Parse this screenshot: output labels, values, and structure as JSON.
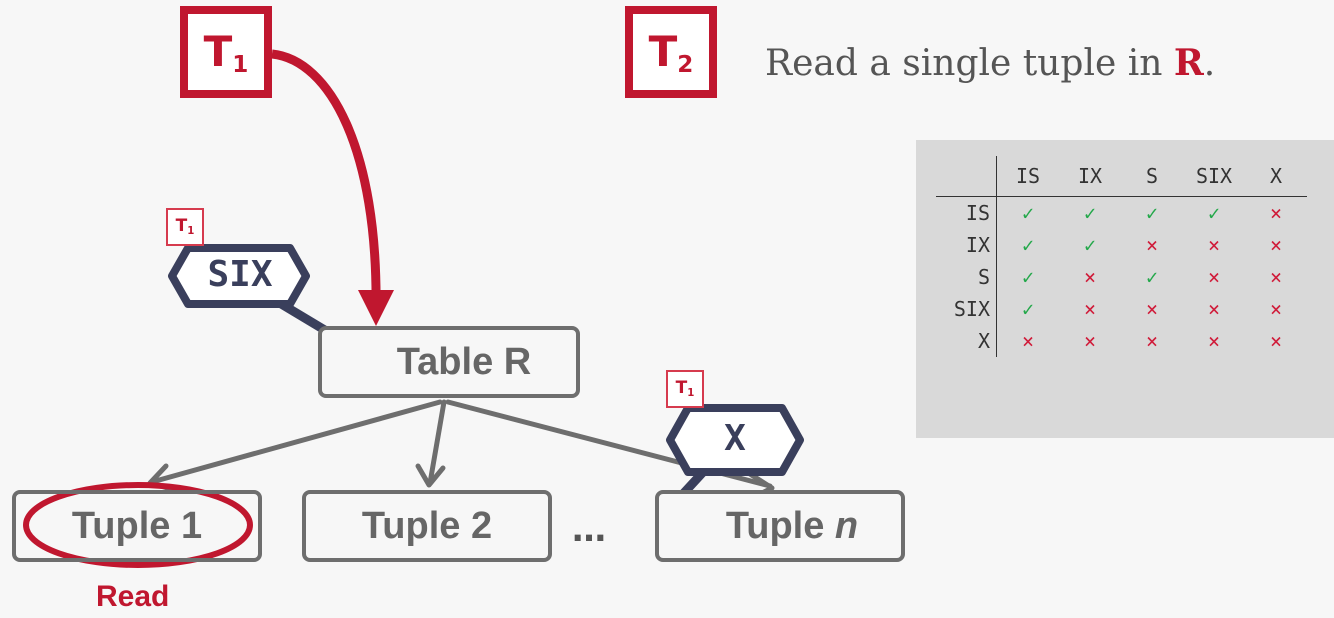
{
  "transactions": {
    "t1": {
      "letter": "T",
      "sub": "1"
    },
    "t2": {
      "letter": "T",
      "sub": "2"
    }
  },
  "caption": {
    "text": "Read a single tuple in ",
    "emph": "R",
    "end": "."
  },
  "locks": {
    "table_lock": {
      "name": "SIX",
      "owner_letter": "T",
      "owner_sub": "1"
    },
    "tuple_lock": {
      "name": "X",
      "owner_letter": "T",
      "owner_sub": "1"
    }
  },
  "nodes": {
    "table": "Table R",
    "tuple1": "Tuple 1",
    "tuple2": "Tuple 2",
    "tuplen_prefix": "Tuple ",
    "tuplen_italic": "n"
  },
  "ellipsis": "…",
  "read_label": "Read",
  "colors": {
    "red": "#c0172f",
    "navy": "#3a3f5c",
    "gray": "#6e6e6e",
    "yes": "#23a84a",
    "no": "#d01c3a"
  },
  "matrix": {
    "modes": [
      "IS",
      "IX",
      "S",
      "SIX",
      "X"
    ],
    "rows": [
      {
        "mode": "IS",
        "cells": [
          "✓",
          "✓",
          "✓",
          "✓",
          "×"
        ]
      },
      {
        "mode": "IX",
        "cells": [
          "✓",
          "✓",
          "×",
          "×",
          "×"
        ]
      },
      {
        "mode": "S",
        "cells": [
          "✓",
          "×",
          "✓",
          "×",
          "×"
        ]
      },
      {
        "mode": "SIX",
        "cells": [
          "✓",
          "×",
          "×",
          "×",
          "×"
        ]
      },
      {
        "mode": "X",
        "cells": [
          "×",
          "×",
          "×",
          "×",
          "×"
        ]
      }
    ]
  }
}
